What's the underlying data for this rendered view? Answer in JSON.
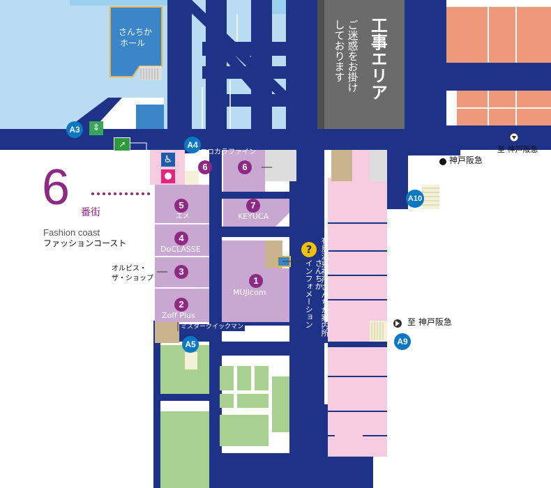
{
  "hall": {
    "name_line1": "さんちか",
    "name_line2": "ホール"
  },
  "construction": {
    "title": "工事エリア",
    "note_line1": "ご迷惑をお掛け",
    "note_line2": "しております"
  },
  "district": {
    "number": "6",
    "suffix": "番街",
    "name_en": "Fashion coast",
    "name_ja": "ファッションコースト"
  },
  "shops": [
    {
      "num": "1",
      "name": "MUJIcom"
    },
    {
      "num": "2",
      "name": "Zoff Plus"
    },
    {
      "num": "3",
      "name": "オルビス・",
      "name2": "ザ・ショップ"
    },
    {
      "num": "4",
      "name": "DoCLASSE"
    },
    {
      "num": "5",
      "name": "エメ"
    },
    {
      "num": "6",
      "name": "ココカラファイン"
    },
    {
      "num": "6",
      "name": ""
    },
    {
      "num": "7",
      "name": "KEYUCA"
    }
  ],
  "exits": {
    "a3": "A3",
    "a4": "A4",
    "a5": "A5",
    "a9": "A9",
    "a10": "A10"
  },
  "labels": {
    "to_kobe_hankyu": "至 神戸阪急",
    "kobe_hankyu": "神戸阪急",
    "to_kobe_hankyu_right": "至 神戸阪急",
    "info_line1": "さんちか",
    "info_line2": "インフォメーション",
    "arima_info": "有馬温泉神戸さんちか案内所",
    "mister_quick_man": "ミスタークイックマン"
  },
  "icons": {
    "accessible_toilet": "wheelchair-icon",
    "womens_toilet": "womens-restroom-icon",
    "elevator": "elevator-icon",
    "escalator": "escalator-icon",
    "info": "question-icon"
  },
  "colors": {
    "corridor": "#1e3287",
    "shop_block": "#c8a8d0",
    "pink": "#f7cbe0",
    "green": "#a8d090",
    "salmon": "#ee9a7a",
    "lightblue": "#b9dcf3",
    "midblue": "#3a86c8",
    "grey": "#6b6b6b",
    "tan": "#c9b48f",
    "accent_purple": "#8e2a83",
    "exit_blue": "#0a78c3"
  }
}
